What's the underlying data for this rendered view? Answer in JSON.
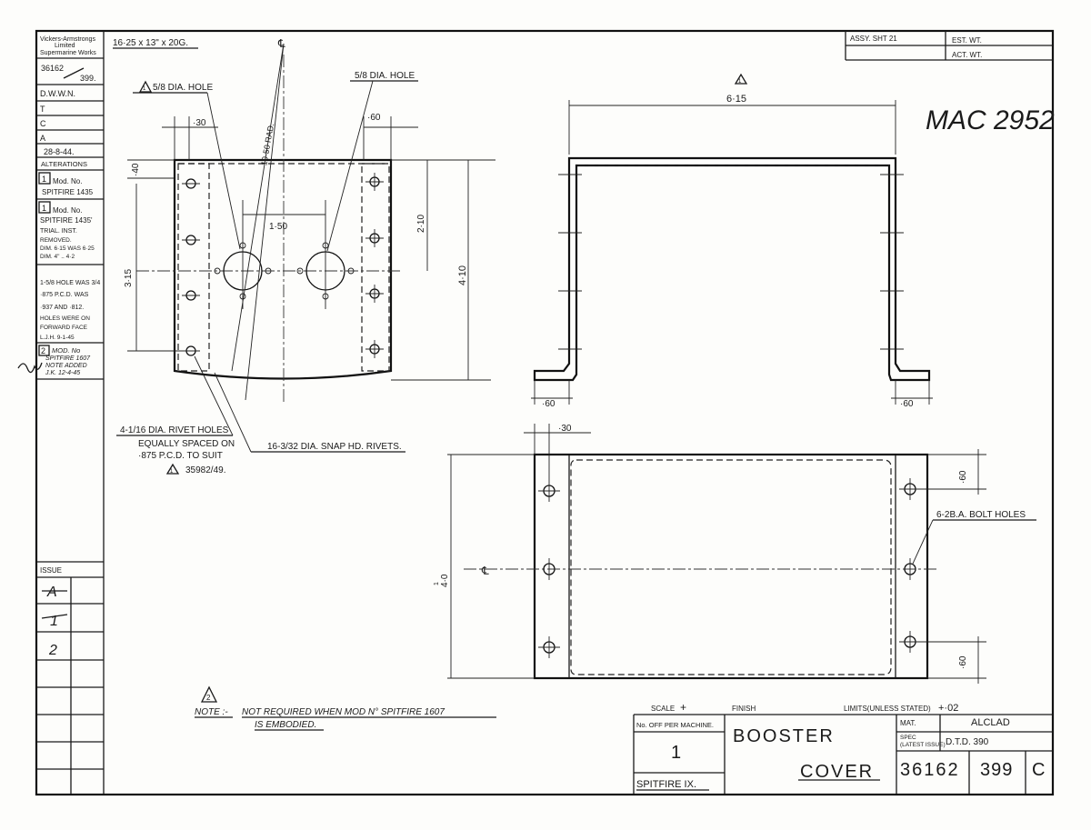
{
  "title_block_left": {
    "company": [
      "Vickers-Armstrongs",
      "Limited",
      "Supermarine Works"
    ],
    "drawing_no": "36162",
    "sheet": "399.",
    "dwwn": "D.W.W.N.",
    "t": "T",
    "c": "C",
    "a": "A",
    "date": "28-8-44.",
    "alterations_label": "ALTERATIONS",
    "alt1": [
      "Mod. No.",
      "SPITFIRE 1435"
    ],
    "alt2": [
      "Mod. No.",
      "SPITFIRE 1435'",
      "TRIAL. INST.",
      "REMOVED.",
      "DIM. 6·15 WAS 6·25",
      "DIM. 4\" .. 4·2"
    ],
    "alt3": [
      "1-5/8 HOLE WAS 3/4",
      "·875 P.C.D. WAS",
      "·937 AND ·812.",
      "HOLES WERE ON",
      "FORWARD FACE",
      "L.J.H. 9-1-45"
    ],
    "alt4": [
      "MOD. No",
      "SPITFIRE 1607",
      "NOTE ADDED",
      "J.K. 12-4-45"
    ],
    "alt_numbers": [
      "1",
      "2"
    ],
    "issue_label": "ISSUE",
    "issues": [
      "A",
      "1",
      "2"
    ]
  },
  "top_left_note": "16·25 x 13\" x 20G.",
  "top_right_block": {
    "assy": "ASSY. SHT 21",
    "est_wt": "EST. WT.",
    "act_wt": "ACT. WT."
  },
  "handwritten_ref": "MAC 2952",
  "callouts": {
    "hole_a": "5/8 DIA. HOLE",
    "hole_a_mark": "1",
    "hole_b": "5/8 DIA. HOLE",
    "radius": "10·50 RAD.",
    "rivet_holes": [
      "4-1/16 DIA. RIVET HOLES",
      "EQUALLY SPACED ON",
      "·875 P.C.D. TO SUIT",
      "35982/49."
    ],
    "rivet_mark": "1",
    "snap_rivets": "16-3/32 DIA. SNAP HD. RIVETS.",
    "bolt_holes": "6-2B.A. BOLT HOLES"
  },
  "dimensions": {
    "d30_top": "·30",
    "d60_top": "·60",
    "d150": "1·50",
    "d40": "·40",
    "d315": "3·15",
    "d210": "2·10",
    "d410": "4·10",
    "d615": "6·15",
    "d615_mark": "1",
    "d60_left": "·60",
    "d60_right": "·60",
    "d30_plan": "·30",
    "d60_plan_top": "·60",
    "d60_plan_bot": "·60",
    "d40_plan": "4·0",
    "d40_plan_mark": "1",
    "centre_line": "℄"
  },
  "note": {
    "mark": "2",
    "label": "NOTE :-",
    "text_line1": "NOT REQUIRED  WHEN  MOD  N° SPITFIRE  1607",
    "text_line2": "IS  EMBODIED."
  },
  "title_block_bottom": {
    "scale_label": "SCALE",
    "scale_value": "+",
    "finish_label": "FINISH",
    "limits_label": "LIMITS(UNLESS STATED)",
    "limits_value": "+·02",
    "no_off_label": "No. OFF PER MACHINE.",
    "no_off_value": "1",
    "aircraft": "SPITFIRE IX.",
    "name_line1": "BOOSTER",
    "name_line2": "COVER",
    "mat_label": "MAT.",
    "mat_value": "ALCLAD",
    "spec_label": [
      "SPEC",
      "(LATEST ISSUE)"
    ],
    "spec_value": "D.T.D. 390",
    "dwg_no": "36162",
    "sheet": "399",
    "issue": "C"
  }
}
